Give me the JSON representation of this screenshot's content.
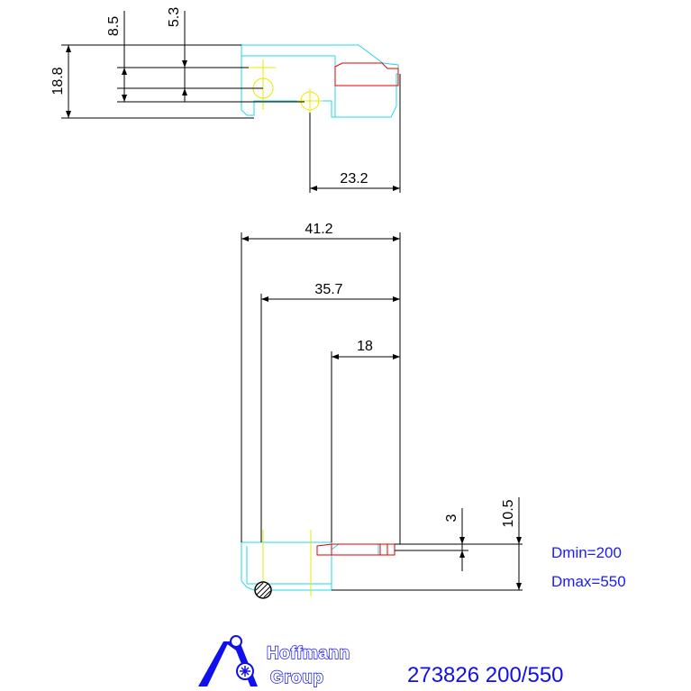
{
  "top_view": {
    "dimensions": {
      "d_8_5": "8.5",
      "d_5_3": "5.3",
      "d_18_8": "18.8",
      "d_23_2": "23.2"
    }
  },
  "front_view": {
    "dimensions": {
      "d_41_2": "41.2",
      "d_35_7": "35.7",
      "d_18": "18",
      "d_3": "3",
      "d_10_5": "10.5"
    }
  },
  "notes": {
    "dmin": "Dmin=200",
    "dmax": "Dmax=550"
  },
  "footer": {
    "logo_line1": "Hoffmann",
    "logo_line2": "Group",
    "part_number": "273826 200/550"
  },
  "colors": {
    "outline": "#22d8e8",
    "centerline": "#e8e800",
    "insert": "#e00000",
    "dimension": "#000000",
    "text_blue": "#1010ee"
  }
}
